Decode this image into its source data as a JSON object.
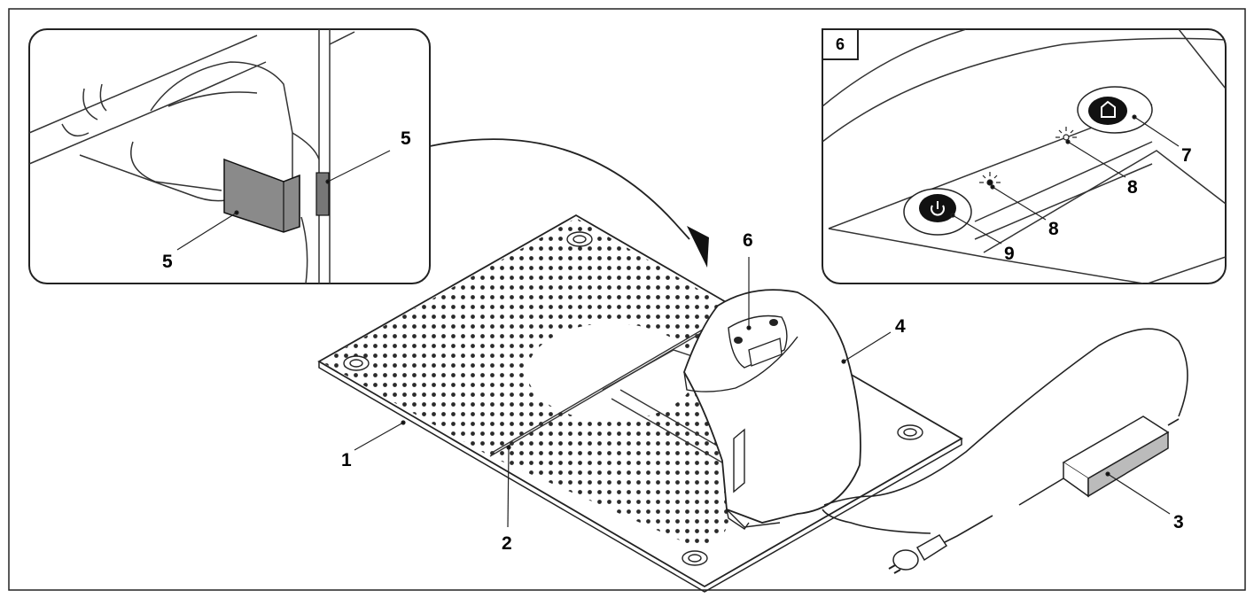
{
  "figure": {
    "callouts": {
      "c1": "1",
      "c2": "2",
      "c3": "3",
      "c4": "4",
      "c5a": "5",
      "c5b": "5",
      "c6": "6",
      "c7": "7",
      "c8a": "8",
      "c8b": "8",
      "c9": "9"
    },
    "inset_right_tag": "6"
  }
}
